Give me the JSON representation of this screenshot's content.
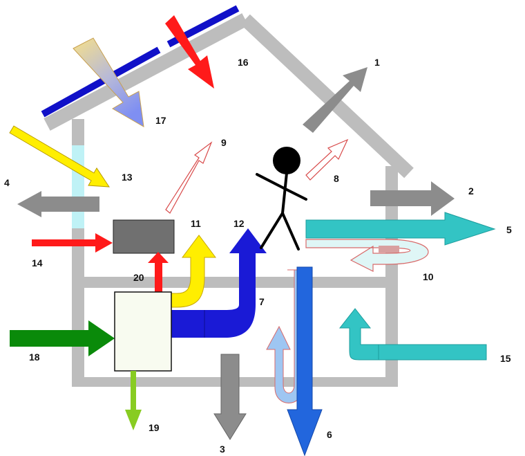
{
  "labels": {
    "n1": "1",
    "n2": "2",
    "n3": "3",
    "n4": "4",
    "n5": "5",
    "n6": "6",
    "n7": "7",
    "n8": "8",
    "n9": "9",
    "n10": "10",
    "n11": "11",
    "n12": "12",
    "n13": "13",
    "n14": "14",
    "n15": "15",
    "n16": "16",
    "n17": "17",
    "n18": "18",
    "n19": "19",
    "n20": "20"
  },
  "colors": {
    "wall": "#bdbdbd",
    "solar_panel": "#1010c8",
    "heat_loss": "#8c8c8c",
    "sunlight": "#ffee00",
    "electric": "#ff1a1a",
    "fuel": "#0a8a0a",
    "waste": "#88cc22",
    "ventilation": "#33c4c4",
    "hot_water": "#1a1ad6",
    "drain": "#2266dd",
    "device": "#707070",
    "person": "#000000"
  }
}
